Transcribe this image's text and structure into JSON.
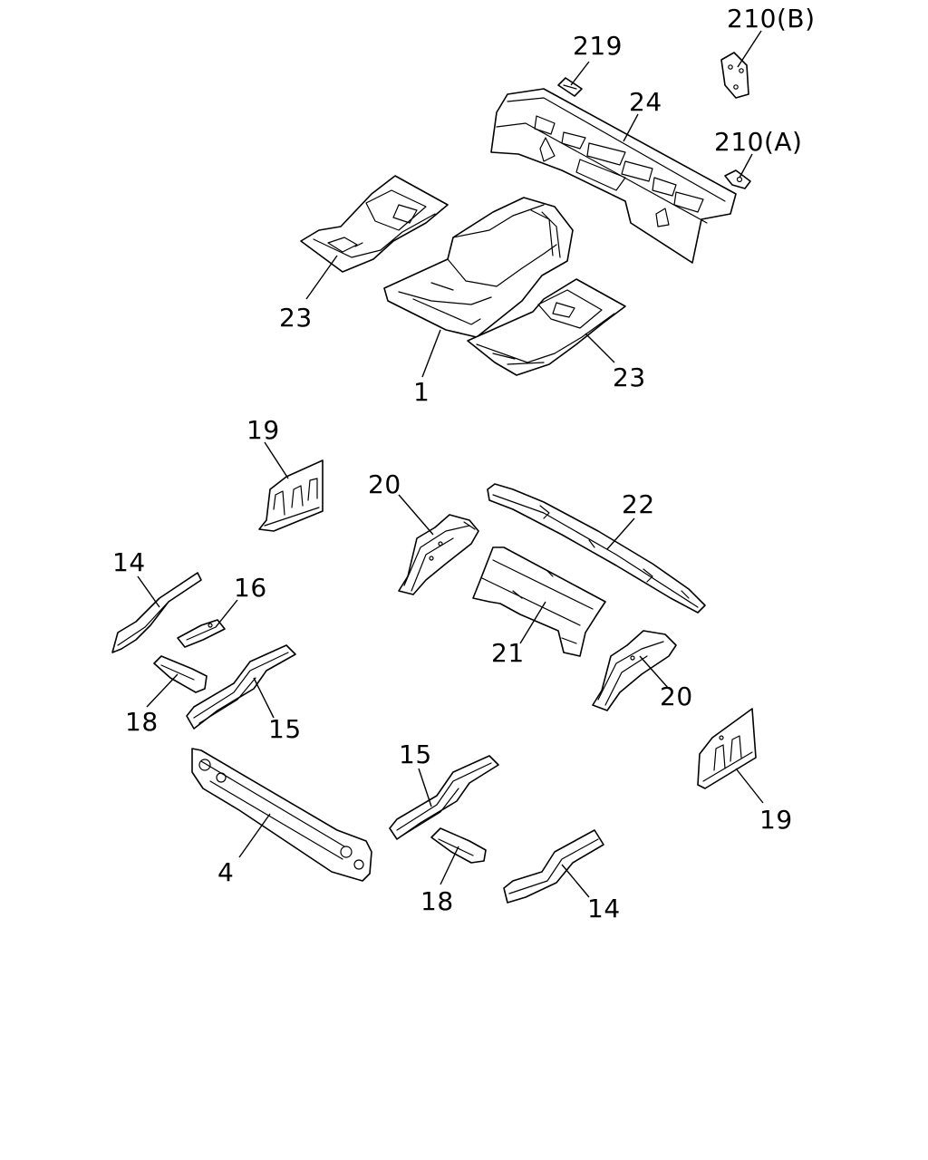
{
  "callouts": [
    {
      "id": "c219",
      "text": "219"
    },
    {
      "id": "c210b",
      "text": "210(B)"
    },
    {
      "id": "c24",
      "text": "24"
    },
    {
      "id": "c210a",
      "text": "210(A)"
    },
    {
      "id": "c23l",
      "text": "23"
    },
    {
      "id": "c1",
      "text": "1"
    },
    {
      "id": "c23r",
      "text": "23"
    },
    {
      "id": "c19t",
      "text": "19"
    },
    {
      "id": "c20t",
      "text": "20"
    },
    {
      "id": "c22",
      "text": "22"
    },
    {
      "id": "c14t",
      "text": "14"
    },
    {
      "id": "c16",
      "text": "16"
    },
    {
      "id": "c21",
      "text": "21"
    },
    {
      "id": "c20b",
      "text": "20"
    },
    {
      "id": "c18t",
      "text": "18"
    },
    {
      "id": "c15l",
      "text": "15"
    },
    {
      "id": "c19b",
      "text": "19"
    },
    {
      "id": "c15r",
      "text": "15"
    },
    {
      "id": "c4",
      "text": "4"
    },
    {
      "id": "c18b",
      "text": "18"
    },
    {
      "id": "c14b",
      "text": "14"
    }
  ]
}
